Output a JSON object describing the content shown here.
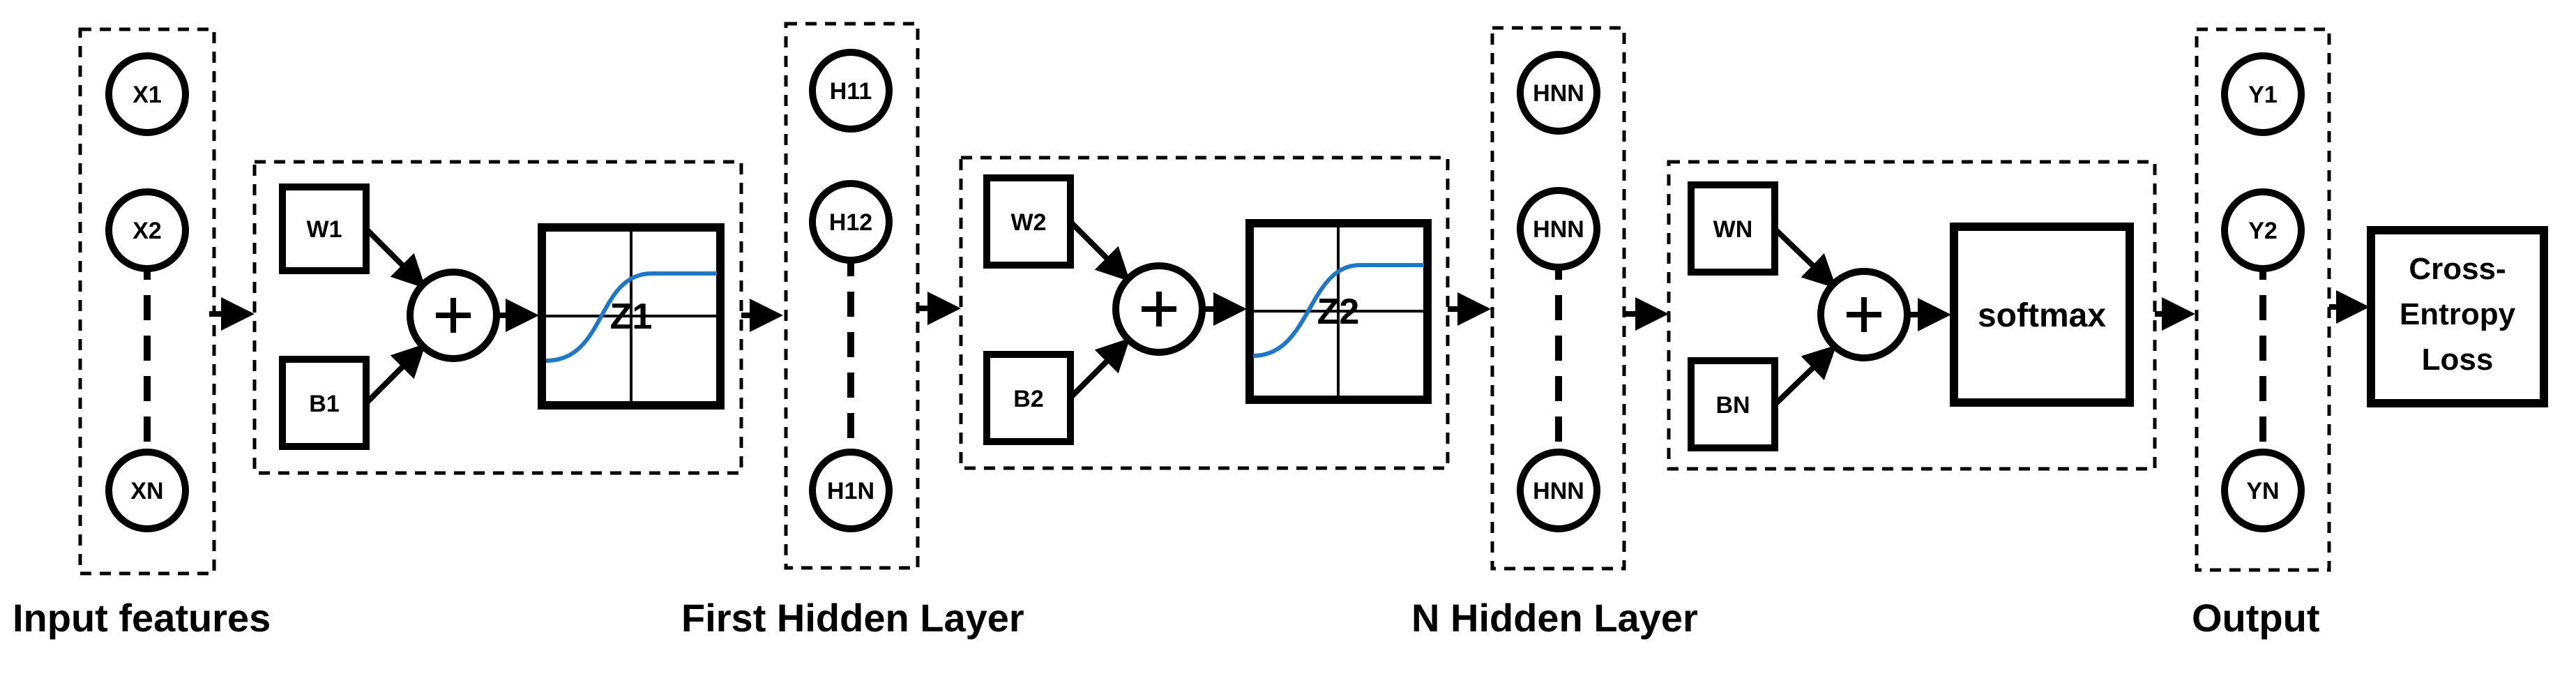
{
  "input": {
    "nodes": [
      "X1",
      "X2",
      "XN"
    ],
    "caption": "Input features"
  },
  "block1": {
    "weight": "W1",
    "bias": "B1",
    "activation": "Z1"
  },
  "hidden1": {
    "nodes": [
      "H11",
      "H12",
      "H1N"
    ],
    "caption": "First Hidden Layer"
  },
  "block2": {
    "weight": "W2",
    "bias": "B2",
    "activation": "Z2"
  },
  "hiddenN": {
    "nodes": [
      "HNN",
      "HNN",
      "HNN"
    ],
    "caption": "N Hidden Layer"
  },
  "block3": {
    "weight": "WN",
    "bias": "BN",
    "activation": "softmax"
  },
  "output": {
    "nodes": [
      "Y1",
      "Y2",
      "YN"
    ],
    "caption": "Output"
  },
  "loss": {
    "line1": "Cross-",
    "line2": "Entropy",
    "line3": "Loss"
  },
  "colors": {
    "curve": "#1f77c8",
    "stroke": "#000000"
  }
}
